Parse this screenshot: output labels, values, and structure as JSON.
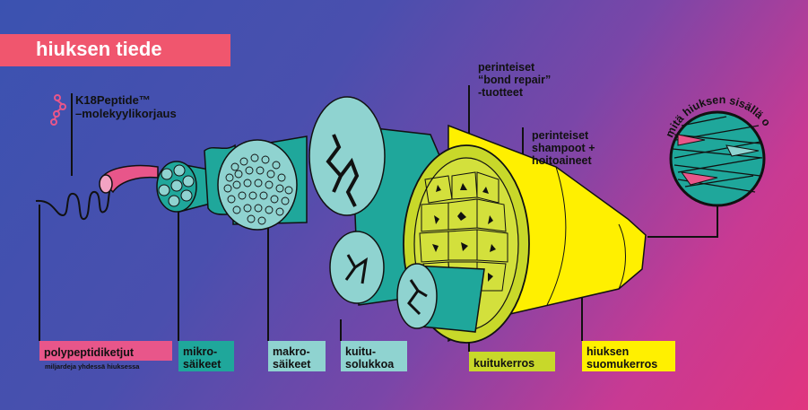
{
  "title": "hiuksen tiede",
  "k18": {
    "line1": "K18Peptide™",
    "line2": "–molekyylikorjaus"
  },
  "callouts": {
    "bond_repair": [
      "perinteiset",
      "“bond repair”",
      "-tuotteet"
    ],
    "shampoo": [
      "perinteiset",
      "shampoot +",
      "hoitoaineet"
    ]
  },
  "circle_label": "mitä hiuksen sisällä on?",
  "labels": {
    "polypeptide": "polypeptidiketjut",
    "polypeptide_sub": "miljardeja yhdessä hiuksessa",
    "mikro": [
      "mikro-",
      "säikeet"
    ],
    "makro": [
      "makro-",
      "säikeet"
    ],
    "kuitu": [
      "kuitu-",
      "solukkoa"
    ],
    "kuitukerros": "kuitukerros",
    "suomu": [
      "hiuksen",
      "suomukerros"
    ]
  },
  "colors": {
    "title_bg": "#f0566e",
    "pink": "#e8568a",
    "teal": "#1fa79b",
    "teal_light": "#8fd3d0",
    "lime": "#c8d82a",
    "lime_dark": "#9fb11a",
    "yellow": "#fff000"
  }
}
